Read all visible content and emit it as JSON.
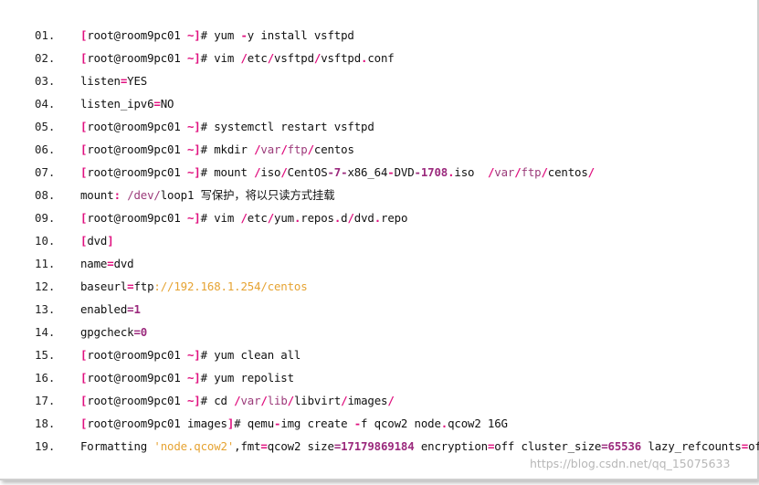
{
  "code_lines": [
    {
      "num": "01.",
      "tokens": [
        {
          "t": "[",
          "c": "bracket"
        },
        {
          "t": "root@room9pc01 ",
          "c": "plain"
        },
        {
          "t": "~]",
          "c": "bracket"
        },
        {
          "t": "# yum ",
          "c": "plain"
        },
        {
          "t": "-",
          "c": "op"
        },
        {
          "t": "y install vsftpd",
          "c": "plain"
        }
      ]
    },
    {
      "num": "02.",
      "tokens": [
        {
          "t": "[",
          "c": "bracket"
        },
        {
          "t": "root@room9pc01 ",
          "c": "plain"
        },
        {
          "t": "~]",
          "c": "bracket"
        },
        {
          "t": "# vim ",
          "c": "plain"
        },
        {
          "t": "/",
          "c": "op"
        },
        {
          "t": "etc",
          "c": "plain"
        },
        {
          "t": "/",
          "c": "op"
        },
        {
          "t": "vsftpd",
          "c": "plain"
        },
        {
          "t": "/",
          "c": "op"
        },
        {
          "t": "vsftpd",
          "c": "plain"
        },
        {
          "t": ".",
          "c": "op"
        },
        {
          "t": "conf",
          "c": "plain"
        }
      ]
    },
    {
      "num": "03.",
      "tokens": [
        {
          "t": "listen",
          "c": "plain"
        },
        {
          "t": "=",
          "c": "op"
        },
        {
          "t": "YES",
          "c": "plain"
        }
      ]
    },
    {
      "num": "04.",
      "tokens": [
        {
          "t": "listen_ipv6",
          "c": "plain"
        },
        {
          "t": "=",
          "c": "op"
        },
        {
          "t": "NO",
          "c": "plain"
        }
      ]
    },
    {
      "num": "05.",
      "tokens": [
        {
          "t": "[",
          "c": "bracket"
        },
        {
          "t": "root@room9pc01 ",
          "c": "plain"
        },
        {
          "t": "~]",
          "c": "bracket"
        },
        {
          "t": "# systemctl restart vsftpd",
          "c": "plain"
        }
      ]
    },
    {
      "num": "06.",
      "tokens": [
        {
          "t": "[",
          "c": "bracket"
        },
        {
          "t": "root@room9pc01 ",
          "c": "plain"
        },
        {
          "t": "~]",
          "c": "bracket"
        },
        {
          "t": "# mkdir ",
          "c": "plain"
        },
        {
          "t": "/",
          "c": "op"
        },
        {
          "t": "var",
          "c": "path"
        },
        {
          "t": "/",
          "c": "op"
        },
        {
          "t": "ftp",
          "c": "path"
        },
        {
          "t": "/",
          "c": "op"
        },
        {
          "t": "centos",
          "c": "plain"
        }
      ]
    },
    {
      "num": "07.",
      "tokens": [
        {
          "t": "[",
          "c": "bracket"
        },
        {
          "t": "root@room9pc01 ",
          "c": "plain"
        },
        {
          "t": "~]",
          "c": "bracket"
        },
        {
          "t": "# mount ",
          "c": "plain"
        },
        {
          "t": "/",
          "c": "op"
        },
        {
          "t": "iso",
          "c": "plain"
        },
        {
          "t": "/",
          "c": "op"
        },
        {
          "t": "CentOS",
          "c": "plain"
        },
        {
          "t": "-7-",
          "c": "num"
        },
        {
          "t": "x86_64",
          "c": "plain"
        },
        {
          "t": "-",
          "c": "op"
        },
        {
          "t": "DVD",
          "c": "plain"
        },
        {
          "t": "-1708",
          "c": "num"
        },
        {
          "t": ".",
          "c": "op"
        },
        {
          "t": "iso  ",
          "c": "plain"
        },
        {
          "t": "/",
          "c": "op"
        },
        {
          "t": "var",
          "c": "path"
        },
        {
          "t": "/",
          "c": "op"
        },
        {
          "t": "ftp",
          "c": "path"
        },
        {
          "t": "/",
          "c": "op"
        },
        {
          "t": "centos",
          "c": "plain"
        },
        {
          "t": "/",
          "c": "op"
        }
      ]
    },
    {
      "num": "08.",
      "tokens": [
        {
          "t": "mount",
          "c": "plain"
        },
        {
          "t": ": ",
          "c": "op"
        },
        {
          "t": "/dev/",
          "c": "path"
        },
        {
          "t": "loop1 写保护，将以只读方式挂载",
          "c": "plain"
        }
      ]
    },
    {
      "num": "09.",
      "tokens": [
        {
          "t": "[",
          "c": "bracket"
        },
        {
          "t": "root@room9pc01 ",
          "c": "plain"
        },
        {
          "t": "~]",
          "c": "bracket"
        },
        {
          "t": "# vim ",
          "c": "plain"
        },
        {
          "t": "/",
          "c": "op"
        },
        {
          "t": "etc",
          "c": "plain"
        },
        {
          "t": "/",
          "c": "op"
        },
        {
          "t": "yum",
          "c": "plain"
        },
        {
          "t": ".",
          "c": "op"
        },
        {
          "t": "repos",
          "c": "plain"
        },
        {
          "t": ".",
          "c": "op"
        },
        {
          "t": "d",
          "c": "plain"
        },
        {
          "t": "/",
          "c": "op"
        },
        {
          "t": "dvd",
          "c": "plain"
        },
        {
          "t": ".",
          "c": "op"
        },
        {
          "t": "repo",
          "c": "plain"
        }
      ]
    },
    {
      "num": "10.",
      "tokens": [
        {
          "t": "[",
          "c": "bracket"
        },
        {
          "t": "dvd",
          "c": "plain"
        },
        {
          "t": "]",
          "c": "bracket"
        }
      ]
    },
    {
      "num": "11.",
      "tokens": [
        {
          "t": "name",
          "c": "plain"
        },
        {
          "t": "=",
          "c": "op"
        },
        {
          "t": "dvd",
          "c": "plain"
        }
      ]
    },
    {
      "num": "12.",
      "tokens": [
        {
          "t": "baseurl",
          "c": "plain"
        },
        {
          "t": "=",
          "c": "op"
        },
        {
          "t": "ftp",
          "c": "plain"
        },
        {
          "t": "://192.168.1.254/centos",
          "c": "str"
        }
      ]
    },
    {
      "num": "13.",
      "tokens": [
        {
          "t": "enabled",
          "c": "plain"
        },
        {
          "t": "=1",
          "c": "num"
        }
      ]
    },
    {
      "num": "14.",
      "tokens": [
        {
          "t": "gpgcheck",
          "c": "plain"
        },
        {
          "t": "=0",
          "c": "num"
        }
      ]
    },
    {
      "num": "15.",
      "tokens": [
        {
          "t": "[",
          "c": "bracket"
        },
        {
          "t": "root@room9pc01 ",
          "c": "plain"
        },
        {
          "t": "~]",
          "c": "bracket"
        },
        {
          "t": "# yum clean all",
          "c": "plain"
        }
      ]
    },
    {
      "num": "16.",
      "tokens": [
        {
          "t": "[",
          "c": "bracket"
        },
        {
          "t": "root@room9pc01 ",
          "c": "plain"
        },
        {
          "t": "~]",
          "c": "bracket"
        },
        {
          "t": "# yum repolist",
          "c": "plain"
        }
      ]
    },
    {
      "num": "17.",
      "tokens": [
        {
          "t": "[",
          "c": "bracket"
        },
        {
          "t": "root@room9pc01 ",
          "c": "plain"
        },
        {
          "t": "~]",
          "c": "bracket"
        },
        {
          "t": "# cd ",
          "c": "plain"
        },
        {
          "t": "/",
          "c": "op"
        },
        {
          "t": "var",
          "c": "path"
        },
        {
          "t": "/",
          "c": "op"
        },
        {
          "t": "lib",
          "c": "path"
        },
        {
          "t": "/",
          "c": "op"
        },
        {
          "t": "libvirt",
          "c": "plain"
        },
        {
          "t": "/",
          "c": "op"
        },
        {
          "t": "images",
          "c": "plain"
        },
        {
          "t": "/",
          "c": "op"
        }
      ]
    },
    {
      "num": "18.",
      "tokens": [
        {
          "t": "[",
          "c": "bracket"
        },
        {
          "t": "root@room9pc01 images",
          "c": "plain"
        },
        {
          "t": "]",
          "c": "bracket"
        },
        {
          "t": "# qemu",
          "c": "plain"
        },
        {
          "t": "-",
          "c": "op"
        },
        {
          "t": "img create ",
          "c": "plain"
        },
        {
          "t": "-",
          "c": "op"
        },
        {
          "t": "f qcow2 node",
          "c": "plain"
        },
        {
          "t": ".",
          "c": "op"
        },
        {
          "t": "qcow2 16G",
          "c": "plain"
        }
      ]
    },
    {
      "num": "19.",
      "tokens": [
        {
          "t": "Formatting ",
          "c": "plain"
        },
        {
          "t": "'node.qcow2'",
          "c": "str"
        },
        {
          "t": ",",
          "c": "plain"
        },
        {
          "t": "fmt",
          "c": "plain"
        },
        {
          "t": "=",
          "c": "op"
        },
        {
          "t": "qcow2 size",
          "c": "plain"
        },
        {
          "t": "=17179869184",
          "c": "num"
        },
        {
          "t": " encryption",
          "c": "plain"
        },
        {
          "t": "=",
          "c": "op"
        },
        {
          "t": "off cluster_size",
          "c": "plain"
        },
        {
          "t": "=65536",
          "c": "num"
        },
        {
          "t": " lazy_refcounts",
          "c": "plain"
        },
        {
          "t": "=",
          "c": "op"
        },
        {
          "t": "off",
          "c": "plain"
        }
      ]
    }
  ],
  "watermark": "https://blog.csdn.net/qq_15075633",
  "colors": {
    "bracket": "#e0117f",
    "op": "#e0117f",
    "path": "#9b3b7a",
    "num": "#9b2a7d",
    "str": "#e6a332",
    "plain": "#111111"
  }
}
